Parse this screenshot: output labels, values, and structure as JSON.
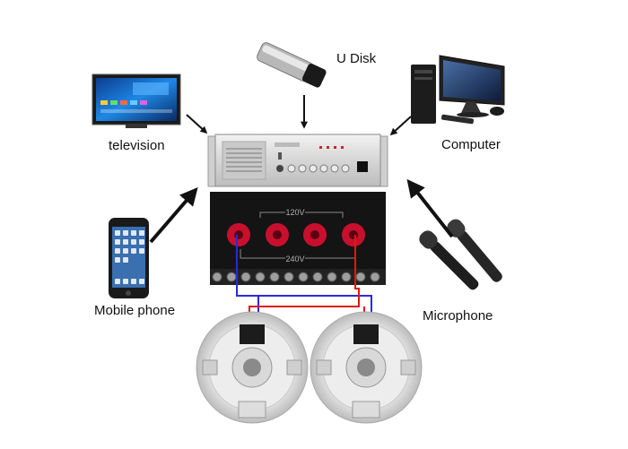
{
  "labels": {
    "u_disk": "U Disk",
    "television": "television",
    "computer": "Computer",
    "mobile_phone": "Mobile phone",
    "microphone": "Microphone"
  },
  "panel": {
    "voltage_low": "120V",
    "voltage_high": "240V"
  },
  "colors": {
    "wire_red": "#e01818",
    "wire_blue": "#2a2ad8",
    "arrow": "#111111",
    "terminal_red": "#c8102e"
  },
  "icons": [
    "usb-drive-icon",
    "television-icon",
    "computer-icon",
    "smartphone-icon",
    "microphone-icon",
    "amplifier-icon",
    "ceiling-speaker-icon"
  ]
}
